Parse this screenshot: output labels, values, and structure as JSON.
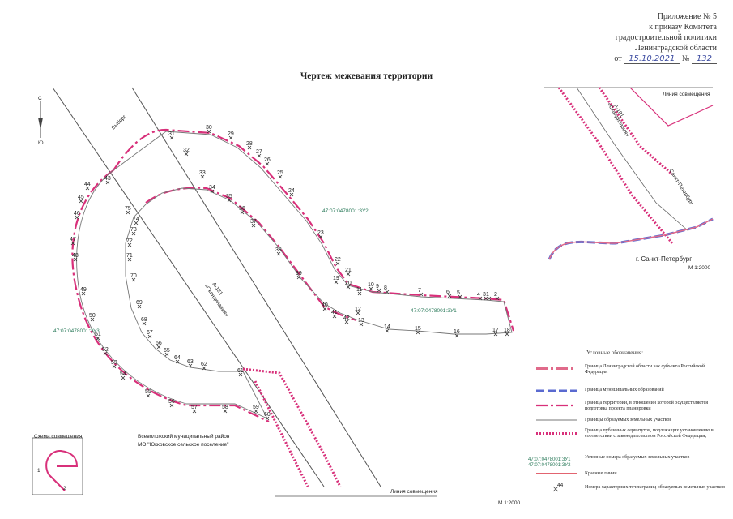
{
  "header": {
    "appendix": "Приложение № 5",
    "line2": "к приказу Комитета",
    "line3": "градостроительной политики",
    "line4": "Ленинградской области",
    "date_prefix": "от",
    "date_value": "15.10.2021",
    "num_prefix": "№",
    "num_value": "132"
  },
  "title": "Чертеж межевания территории",
  "map": {
    "road_vyborg": "Выборг",
    "road_a181": "А-181",
    "road_a181_name": "«Скандинавия»",
    "parcel_zu1": "47:07:0478001:ЗУ1",
    "parcel_zu2": "47:07:0478001:ЗУ2",
    "parcel_zu3": "47:07:0478001:ЗУ3",
    "district": "Всеволожский муниципальный район",
    "settlement": "МО \"Юкковское сельское поселение\"",
    "combine_line": "Линия совмещения",
    "scale": "М 1:2000",
    "north_s": "С",
    "north_yu": "Ю",
    "points": [
      "1",
      "2",
      "3",
      "4",
      "5",
      "6",
      "7",
      "8",
      "9",
      "10",
      "11",
      "12",
      "13",
      "14",
      "15",
      "16",
      "17",
      "18",
      "19",
      "20",
      "21",
      "22",
      "23",
      "24",
      "25",
      "26",
      "27",
      "28",
      "29",
      "30",
      "31",
      "32",
      "33",
      "34",
      "35",
      "36",
      "37",
      "38",
      "39",
      "40",
      "41",
      "42",
      "43",
      "44",
      "45",
      "46",
      "47",
      "48",
      "49",
      "50",
      "51",
      "52",
      "53",
      "54",
      "55",
      "56",
      "57",
      "58",
      "59",
      "60",
      "61",
      "62",
      "63",
      "64",
      "65",
      "66",
      "67",
      "68",
      "69",
      "70",
      "71",
      "72",
      "73",
      "74",
      "75"
    ]
  },
  "inset": {
    "road_a181": "А-181",
    "road_a181_name": "«Скандинавия»",
    "spb_road": "Санкт-Петербург",
    "city": "г. Санкт-Петербург",
    "combine_line": "Линия совмещения",
    "scale": "М 1:2000"
  },
  "scheme": {
    "title": "Схема совмещения",
    "n1": "1",
    "n2": "2"
  },
  "legend": {
    "title": "Условные обозначения:",
    "items": [
      {
        "text": "Граница Ленинградской области как субъекта Российской Федерации",
        "color": "#e06a8a"
      },
      {
        "text": "Граница муниципальных образований",
        "color": "#5a6ad0"
      },
      {
        "text": "Граница территории, в отношении которой осуществляется подготовка проекта планировки",
        "color": "#d8307a"
      },
      {
        "text": "Границы образуемых земельных участков",
        "color": "#6b6b6b"
      },
      {
        "text": "Граница публичных сервитутов, подлежащих установлению в соответствии с законодательством Российской Федерации;",
        "color": "#d8307a"
      },
      {
        "text": "Условные номера образуемых земельных участков",
        "color": "#333333"
      },
      {
        "text": "Красные линии",
        "color": "#d83040"
      },
      {
        "text": "Номера характерных точек границ образуемых земельных участков",
        "color": "#333333"
      }
    ],
    "sample_zu1": "47:07:0478001:ЗУ1",
    "sample_zu2": "47:07:0478001:ЗУ2",
    "sample_point": "44"
  }
}
